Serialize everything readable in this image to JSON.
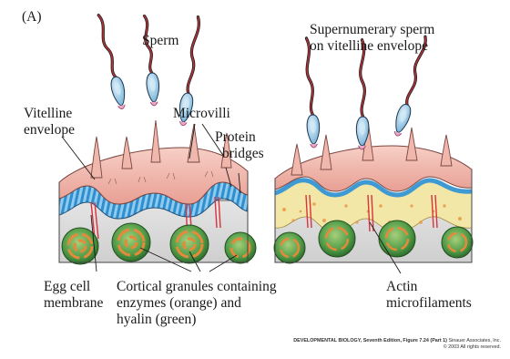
{
  "panel_label": "(A)",
  "labels": {
    "sperm": "Sperm",
    "supernumerary_line1": "Supernumerary sperm",
    "supernumerary_line2": "on vitelline envelope",
    "vitelline_line1": "Vitelline",
    "vitelline_line2": "envelope",
    "microvilli": "Microvilli",
    "protein_line1": "Protein",
    "protein_line2": "bridges",
    "egg_line1": "Egg cell",
    "egg_line2": "membrane",
    "cortical_line1": "Cortical granules containing",
    "cortical_line2": "enzymes (orange) and",
    "cortical_line3": "hyalin (green)",
    "actin_line1": "Actin",
    "actin_line2": "microfilaments"
  },
  "caption": {
    "book": "DEVELOPMENTAL BIOLOGY, Seventh Edition, Figure 7.24 (Part 1)",
    "publisher": "Sinauer Associates, Inc.",
    "copyright": "© 2003 All rights reserved."
  },
  "colors": {
    "envelope_pink": "#f2b3a8",
    "cytoplasm_gray": "#dcdcdc",
    "membrane_blue": "#4aa7dd",
    "granule_green": "#4f9a46",
    "granule_orange": "#e58a3a",
    "sperm_head_blue": "#9ccbe6",
    "tail_red": "#9c2a2e",
    "actin_red": "#d8323f"
  }
}
